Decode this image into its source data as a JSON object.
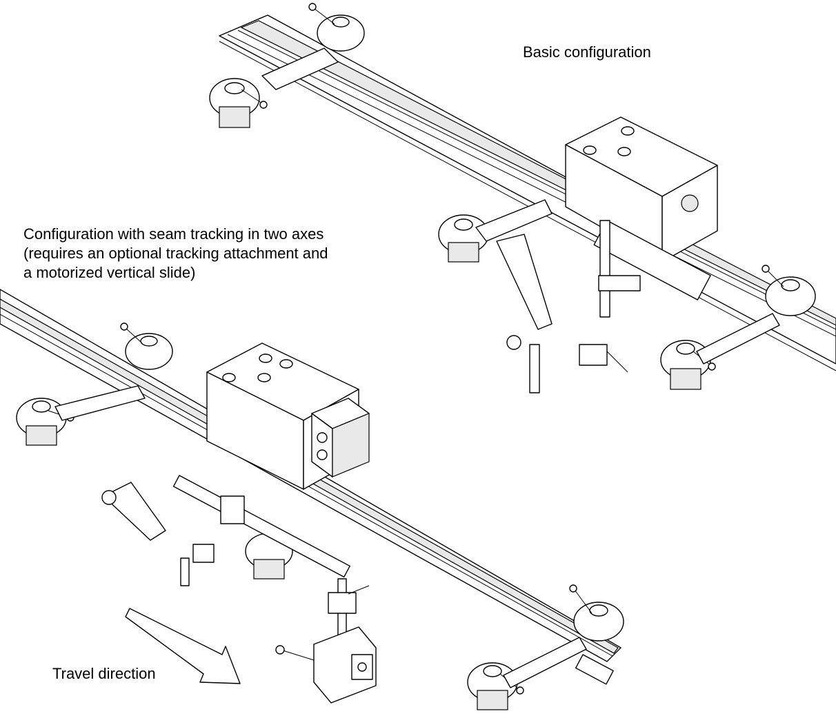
{
  "labels": {
    "basic": "Basic configuration",
    "seam": "Configuration with seam tracking in two axes\n(requires an optional tracking attachment and\na motorized vertical slide)",
    "travel": "Travel direction"
  },
  "icons": {
    "arrow": "travel-direction-arrow",
    "carriage": "welding-carriage",
    "rail": "guide-rail",
    "magnet_foot": "magnetic-foot"
  }
}
